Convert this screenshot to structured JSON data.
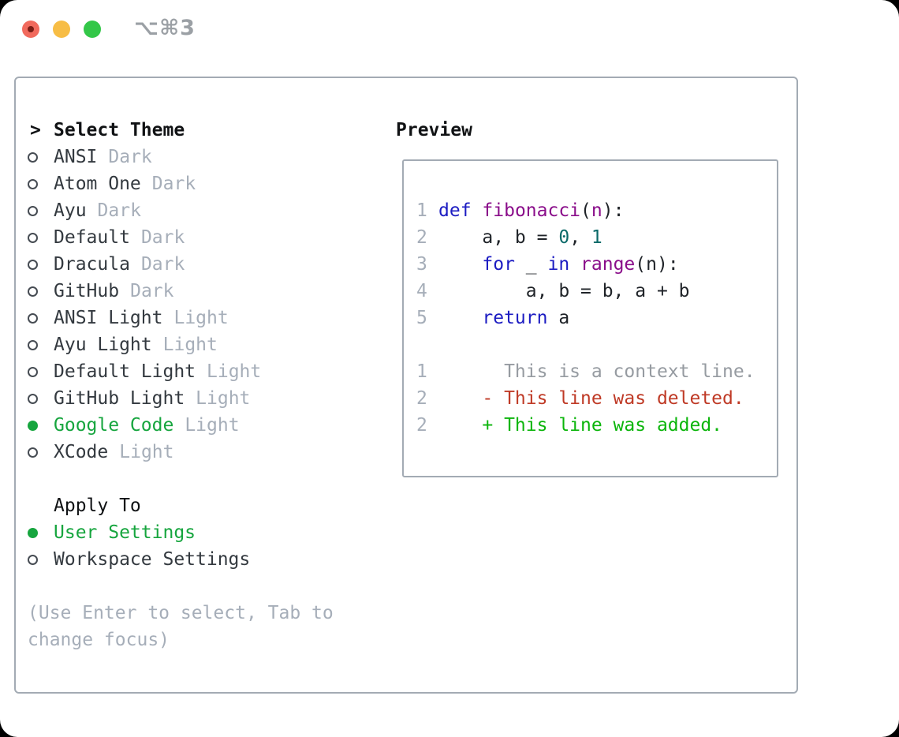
{
  "window": {
    "title": "⌥⌘3"
  },
  "colors": {
    "accent_green": "#16a53e",
    "border_gray": "#a3abb4",
    "muted_gray": "#a6aeb9",
    "text_dark": "#33393f",
    "heading_black": "#101214",
    "title_gray": "#9ba0a5",
    "syntax_keyword": "#1c1cc2",
    "syntax_function": "#8a0d8a",
    "syntax_literal": "#0c6a69",
    "syntax_plain": "#1f2328",
    "diff_context": "#969ba1",
    "diff_deleted": "#bf3a26",
    "diff_added": "#0bb50b",
    "traffic_red": "#f16a5d",
    "traffic_red_dot": "#7a1d15",
    "traffic_yellow": "#f7bd45",
    "traffic_green": "#33c748"
  },
  "theme_selector": {
    "prompt": ">",
    "title": "Select Theme",
    "themes": [
      {
        "name": "ANSI",
        "variant": "Dark",
        "selected": false
      },
      {
        "name": "Atom One",
        "variant": "Dark",
        "selected": false
      },
      {
        "name": "Ayu",
        "variant": "Dark",
        "selected": false
      },
      {
        "name": "Default",
        "variant": "Dark",
        "selected": false
      },
      {
        "name": "Dracula",
        "variant": "Dark",
        "selected": false
      },
      {
        "name": "GitHub",
        "variant": "Dark",
        "selected": false
      },
      {
        "name": "ANSI Light",
        "variant": "Light",
        "selected": false
      },
      {
        "name": "Ayu Light",
        "variant": "Light",
        "selected": false
      },
      {
        "name": "Default Light",
        "variant": "Light",
        "selected": false
      },
      {
        "name": "GitHub Light",
        "variant": "Light",
        "selected": false
      },
      {
        "name": "Google Code",
        "variant": "Light",
        "selected": true
      },
      {
        "name": "XCode",
        "variant": "Light",
        "selected": false
      }
    ],
    "apply_to": {
      "title": "Apply To",
      "options": [
        {
          "name": "User Settings",
          "selected": true
        },
        {
          "name": "Workspace Settings",
          "selected": false
        }
      ]
    },
    "help_lines": [
      "(Use Enter to select, Tab to",
      "change focus)"
    ]
  },
  "preview": {
    "title": "Preview",
    "lines": [
      {
        "num": "1",
        "tokens": [
          {
            "type": "keyword",
            "text": "def"
          },
          {
            "type": "plain",
            "text": " "
          },
          {
            "type": "function",
            "text": "fibonacci"
          },
          {
            "type": "plain",
            "text": "("
          },
          {
            "type": "function",
            "text": "n"
          },
          {
            "type": "plain",
            "text": "):"
          }
        ]
      },
      {
        "num": "2",
        "tokens": [
          {
            "type": "plain",
            "text": "    a, b = "
          },
          {
            "type": "literal",
            "text": "0"
          },
          {
            "type": "plain",
            "text": ", "
          },
          {
            "type": "literal",
            "text": "1"
          }
        ]
      },
      {
        "num": "3",
        "tokens": [
          {
            "type": "plain",
            "text": "    "
          },
          {
            "type": "keyword",
            "text": "for"
          },
          {
            "type": "plain",
            "text": " _ "
          },
          {
            "type": "keyword",
            "text": "in"
          },
          {
            "type": "plain",
            "text": " "
          },
          {
            "type": "function",
            "text": "range"
          },
          {
            "type": "plain",
            "text": "(n):"
          }
        ]
      },
      {
        "num": "4",
        "tokens": [
          {
            "type": "plain",
            "text": "        a, b = b, a + b"
          }
        ]
      },
      {
        "num": "5",
        "tokens": [
          {
            "type": "plain",
            "text": "    "
          },
          {
            "type": "keyword",
            "text": "return"
          },
          {
            "type": "plain",
            "text": " a"
          }
        ]
      },
      {
        "num": "",
        "tokens": []
      },
      {
        "num": "1",
        "tokens": [
          {
            "type": "context",
            "text": "      This is a context line."
          }
        ]
      },
      {
        "num": "2",
        "tokens": [
          {
            "type": "deleted",
            "text": "    - This line was deleted."
          }
        ]
      },
      {
        "num": "2",
        "tokens": [
          {
            "type": "added",
            "text": "    + This line was added."
          }
        ]
      }
    ]
  }
}
